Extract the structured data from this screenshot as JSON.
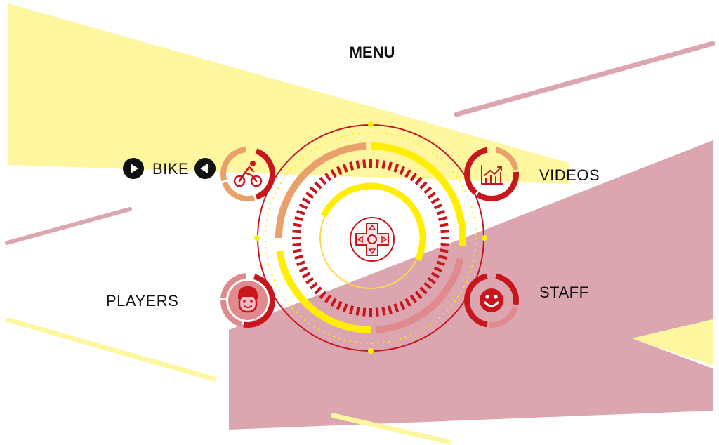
{
  "menu": {
    "title": "MENU"
  },
  "items": {
    "bike": {
      "label": "BIKE",
      "icon": "bicycle-rider-icon"
    },
    "videos": {
      "label": "VIDEOS",
      "icon": "growth-chart-icon"
    },
    "players": {
      "label": "PLAYERS",
      "icon": "player-face-icon"
    },
    "staff": {
      "label": "STAFF",
      "icon": "smiley-face-icon"
    }
  },
  "selector": {
    "prev_icon": "arrow-left-icon",
    "next_icon": "arrow-right-icon"
  },
  "center": {
    "icon": "dpad-icon"
  },
  "colors": {
    "red": "#c8161d",
    "yellow": "#ffee00",
    "pale_yellow": "#fff6a0",
    "rose": "#dba6af",
    "orange": "#e9a06a"
  }
}
